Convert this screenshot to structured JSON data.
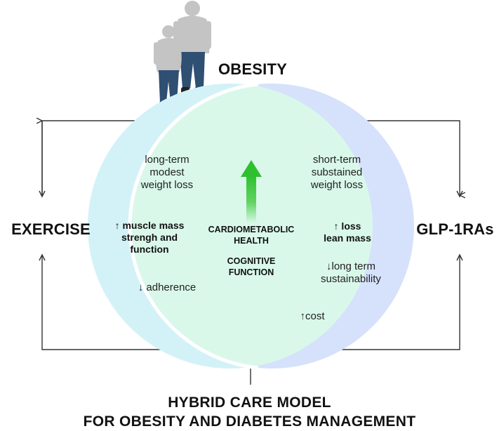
{
  "obesity_label": "OBESITY",
  "exercise_label": "EXERCISE",
  "glp_label": "GLP-1RAs",
  "exercise_circle": {
    "weight": "long-term\nmodest\nweight loss",
    "muscle": "↑ muscle mass\nstrengh and\nfunction",
    "adherence": "↓ adherence"
  },
  "glp_circle": {
    "weight": "short-term\nsubstained\nweight loss",
    "loss": "↑ loss\nlean mass",
    "sustain": "↓long term\nsustainability",
    "cost": "↑cost"
  },
  "overlap": {
    "cardio": "CARDIOMETABOLIC\nHEALTH",
    "cognitive": "COGNITIVE\nFUNCTION"
  },
  "footer": {
    "line1": "HYBRID CARE MODEL",
    "line2": "FOR OBESITY AND DIABETES MANAGEMENT"
  },
  "colors": {
    "exercise_circle": "#d3f2f7",
    "glp_circle": "#d6e2fb",
    "overlap": "#d9f8ea",
    "arrow": "#2fc02f",
    "connector": "#333333",
    "figure_gray": "#c4c4c4",
    "figure_pants": "#2f4f73"
  }
}
